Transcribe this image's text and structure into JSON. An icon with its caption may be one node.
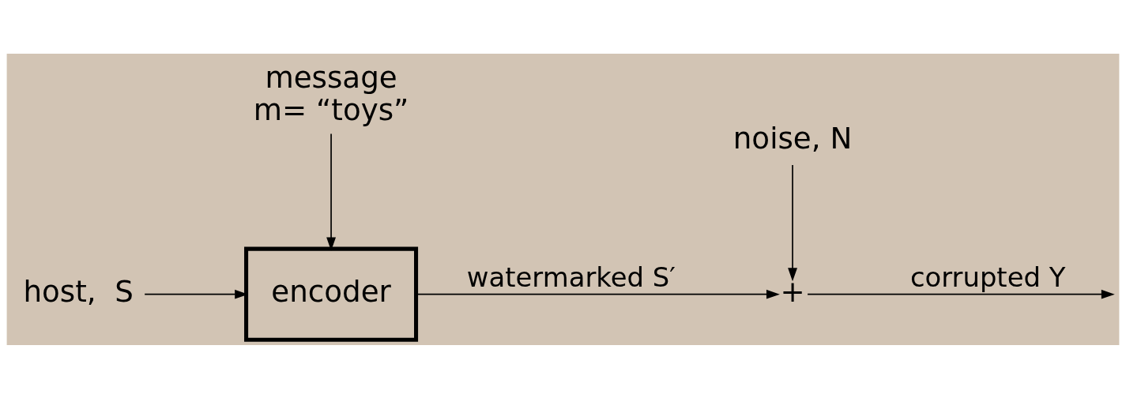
{
  "diagram": {
    "nodes": [
      {
        "text": [
          "host,  S"
        ]
      },
      {
        "text": [
          "message",
          "m= “toys”"
        ]
      },
      {
        "text": [
          "encoder"
        ]
      },
      {
        "text": [
          "noise, N"
        ]
      },
      {
        "text": [
          "+"
        ]
      }
    ],
    "edges": [
      {
        "from": 0,
        "to": 2,
        "arrow": "to"
      },
      {
        "from": 1,
        "to": 2,
        "arrow": "to"
      },
      {
        "from": 2,
        "to": 4,
        "arrow": "to",
        "label": "watermarked S′"
      },
      {
        "from": 3,
        "to": 4,
        "arrow": "to"
      },
      {
        "from": 4,
        "to": null,
        "arrow": "to",
        "label": "corrupted Y"
      }
    ]
  }
}
